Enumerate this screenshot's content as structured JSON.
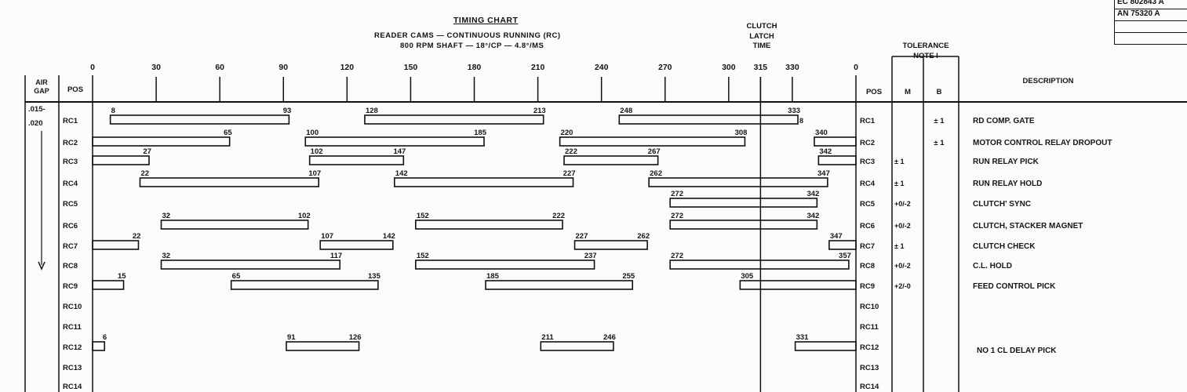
{
  "title": "TIMING CHART",
  "subtitle1": "READER CAMS — CONTINUOUS RUNNING (RC)",
  "subtitle2": "800 RPM   SHAFT — 18°/CP — 4.8°/MS",
  "clutch_label": [
    "CLUTCH",
    "LATCH",
    "TIME"
  ],
  "tolerance_label": [
    "TOLERANCE",
    "NOTE I"
  ],
  "revision_box": [
    "EC 802843 A",
    "AN 75320 A",
    "",
    ""
  ],
  "headers": {
    "air_gap": [
      "AIR",
      "GAP"
    ],
    "pos": "POS",
    "pos_right": "POS",
    "m": "M",
    "b": "B",
    "description": "DESCRIPTION"
  },
  "air_gap_value": [
    ".015-",
    ".020"
  ],
  "axis_ticks": [
    0,
    30,
    60,
    90,
    120,
    150,
    180,
    210,
    240,
    270,
    300,
    315,
    330
  ],
  "axis_end_label": "0",
  "clutch_latch_deg": 315,
  "chart_data": {
    "type": "timing",
    "unit": "degrees",
    "range": [
      0,
      360
    ],
    "rows": [
      {
        "pos": "RC1",
        "m": "",
        "b": "± 1",
        "desc": "RD COMP. GATE",
        "bars": [
          [
            8,
            93
          ],
          [
            128,
            213
          ],
          [
            248,
            333
          ]
        ]
      },
      {
        "pos": "RC2",
        "m": "",
        "b": "± 1",
        "desc": "MOTOR CONTROL RELAY DROPOUT",
        "bars": [
          [
            0,
            65
          ],
          [
            100,
            185
          ],
          [
            220,
            308
          ],
          [
            340,
            360
          ]
        ]
      },
      {
        "pos": "RC3",
        "m": "± 1",
        "b": "",
        "desc": "RUN RELAY PICK",
        "bars": [
          [
            0,
            27
          ],
          [
            102,
            147
          ],
          [
            222,
            267
          ],
          [
            342,
            360
          ]
        ]
      },
      {
        "pos": "RC4",
        "m": "± 1",
        "b": "",
        "desc": "RUN RELAY HOLD",
        "bars": [
          [
            22,
            107
          ],
          [
            142,
            227
          ],
          [
            262,
            347
          ]
        ]
      },
      {
        "pos": "RC5",
        "m": "+0/-2",
        "b": "",
        "desc": "CLUTCH' SYNC",
        "bars": [
          [
            272,
            342
          ]
        ]
      },
      {
        "pos": "RC6",
        "m": "+0/-2",
        "b": "",
        "desc": "CLUTCH, STACKER MAGNET",
        "bars": [
          [
            32,
            102
          ],
          [
            152,
            222
          ],
          [
            272,
            342
          ]
        ]
      },
      {
        "pos": "RC7",
        "m": "± 1",
        "b": "",
        "desc": "CLUTCH CHECK",
        "bars": [
          [
            0,
            22
          ],
          [
            107,
            142
          ],
          [
            227,
            262
          ],
          [
            347,
            360
          ]
        ]
      },
      {
        "pos": "RC8",
        "m": "+0/-2",
        "b": "",
        "desc": "C.L. HOLD",
        "bars": [
          [
            32,
            117
          ],
          [
            152,
            237
          ],
          [
            272,
            357
          ]
        ]
      },
      {
        "pos": "RC9",
        "m": "+2/-0",
        "b": "",
        "desc": "FEED CONTROL PICK",
        "bars": [
          [
            0,
            15
          ],
          [
            65,
            135
          ],
          [
            185,
            255
          ],
          [
            305,
            360
          ]
        ]
      },
      {
        "pos": "RC10",
        "m": "",
        "b": "",
        "desc": "",
        "bars": []
      },
      {
        "pos": "RC11",
        "m": "",
        "b": "",
        "desc": "",
        "bars": []
      },
      {
        "pos": "RC12",
        "m": "",
        "b": "",
        "desc": "NO 1 CL DELAY PICK",
        "bars": [
          [
            0,
            6
          ],
          [
            91,
            126
          ],
          [
            211,
            246
          ],
          [
            331,
            360
          ]
        ]
      },
      {
        "pos": "RC13",
        "m": "",
        "b": "",
        "desc": "",
        "bars": []
      },
      {
        "pos": "RC14",
        "m": "",
        "b": "",
        "desc": "",
        "bars": []
      }
    ]
  },
  "rc1_wrap_note": "8"
}
